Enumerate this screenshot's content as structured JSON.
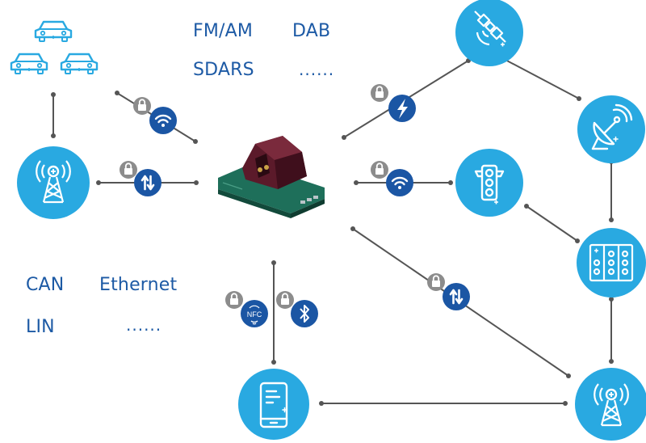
{
  "broadcast_labels": [
    "FM/AM",
    "DAB",
    "SDARS",
    "......"
  ],
  "bus_labels": [
    "CAN",
    "Ethernet",
    "LIN",
    "......"
  ],
  "nfc_text": "NFC",
  "colors": {
    "node_fill": "#29a9e1",
    "badge_fill": "#1b56a4",
    "lock_fill": "#8c8c8c",
    "line": "#555555",
    "label_text": "#1d5aa5",
    "outline_blue": "#29a9e1",
    "device_body": "#5b1a2a",
    "device_base": "#1e6f5a"
  },
  "icons": [
    "cars-icon",
    "cell-tower-icon",
    "satellite-icon",
    "satellite-dish-icon",
    "traffic-light-icon",
    "server-rack-icon",
    "smartphone-icon",
    "wifi-icon",
    "bidirectional-arrows-icon",
    "lightning-icon",
    "nfc-icon",
    "bluetooth-icon",
    "lock-icon",
    "telematics-unit"
  ]
}
